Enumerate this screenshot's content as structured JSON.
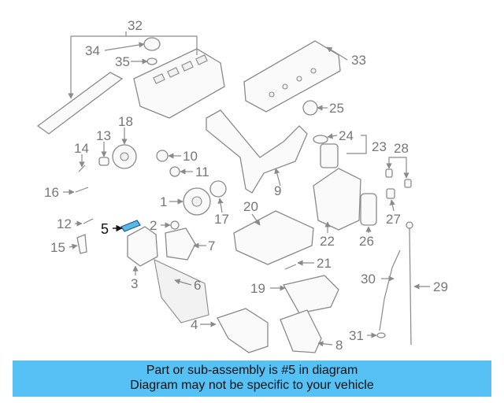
{
  "diagram": {
    "callouts": [
      "1",
      "2",
      "3",
      "4",
      "5",
      "6",
      "7",
      "8",
      "9",
      "10",
      "11",
      "12",
      "13",
      "14",
      "15",
      "16",
      "17",
      "18",
      "19",
      "20",
      "21",
      "22",
      "23",
      "24",
      "25",
      "26",
      "27",
      "28",
      "29",
      "30",
      "31",
      "32",
      "33",
      "34",
      "35"
    ],
    "highlight_color": "#5ab8e8"
  },
  "banner": {
    "line1": "Part or sub-assembly is #5 in diagram",
    "line2": "Diagram may not be specific to your vehicle",
    "background": "#55c1f5"
  }
}
